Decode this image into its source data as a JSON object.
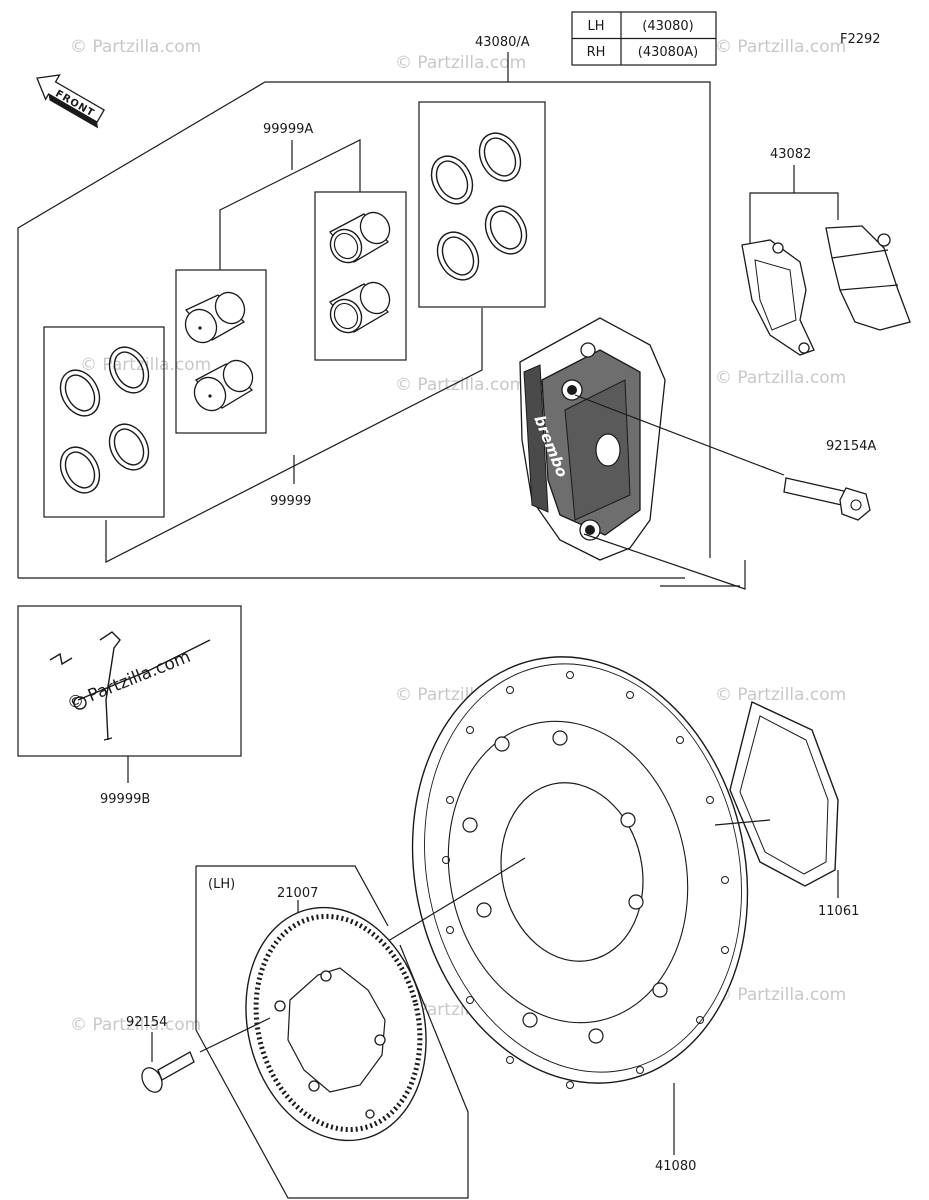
{
  "diagram_id": "F2292",
  "variant_table": [
    {
      "side": "LH",
      "part": "(43080)"
    },
    {
      "side": "RH",
      "part": "(43080A)"
    }
  ],
  "front_label": "FRONT",
  "caliper_brand": "brembo",
  "parts": {
    "caliper_assembly": "43080/A",
    "piston_kit_a": "99999A",
    "seal_kit": "99999",
    "brake_pads": "43082",
    "caliper_bolt": "92154A",
    "hardware_kit": "99999B",
    "disc": "41080",
    "shim_plate": "11061",
    "sensor_rotor": "21007",
    "rotor_bolt": "92154",
    "sensor_rotor_note": "(LH)"
  },
  "watermark": "© Partzilla.com",
  "colors": {
    "line": "#1a1a1a",
    "watermark": "#c8c8c8",
    "shade": "#6e6e6e"
  }
}
